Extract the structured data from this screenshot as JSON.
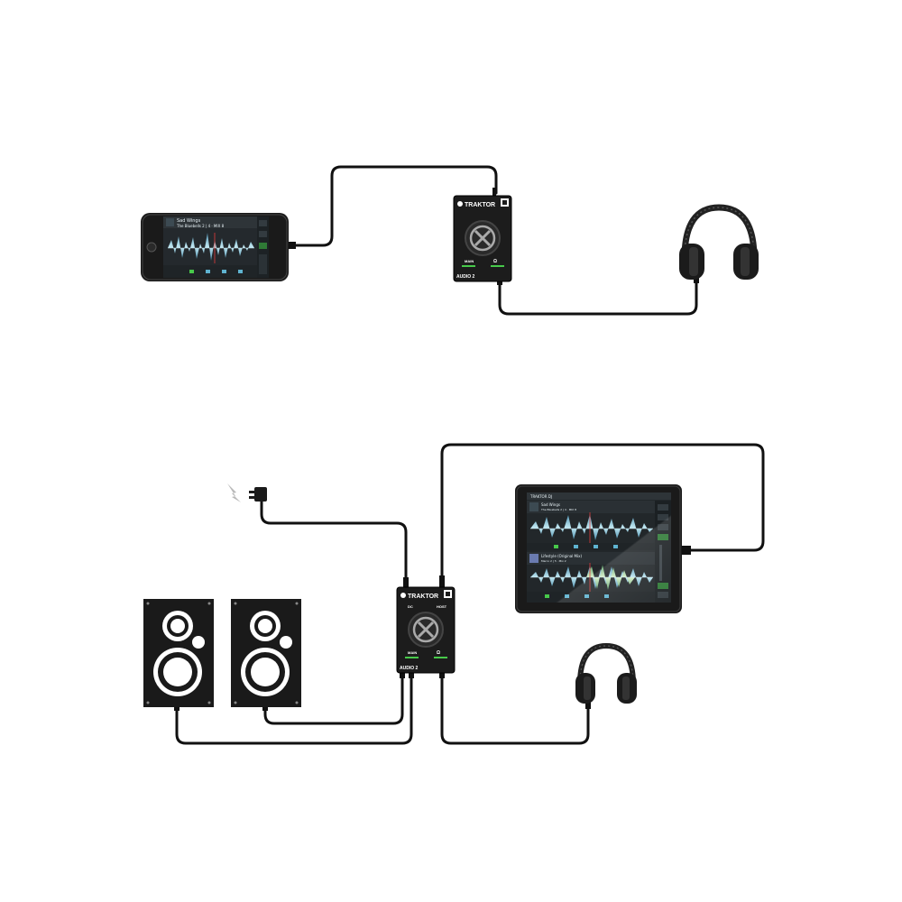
{
  "colors": {
    "cable": "#111111",
    "device": "#1c1c1c",
    "waveform_blue": "#7fc4d8",
    "waveform_green": "#9bd38a",
    "accent_green": "#47c94a",
    "background": "#ffffff"
  },
  "setup_1": {
    "phone": {
      "track_title": "Sad Wings",
      "track_artist": "The Bluebells 2 | 4 · MIX 8"
    },
    "interface": {
      "brand": "TRAKTOR",
      "model": "AUDIO 2",
      "port_left": "",
      "port_right": "",
      "label_main": "MAIN",
      "headphone_icon": "headphone-icon"
    },
    "headphones": {
      "icon": "headphones-icon"
    }
  },
  "setup_2": {
    "power_icon": "lightning-icon",
    "interface": {
      "brand": "TRAKTOR",
      "model": "AUDIO 2",
      "port_left": "DC",
      "port_right": "HOST",
      "label_main": "MAIN",
      "headphone_icon": "headphone-icon"
    },
    "tablet": {
      "app_title": "TRAKTOR DJ",
      "deck_a_title": "Sad Wings",
      "deck_a_artist": "The Bluebells 2 | 4 · MIX 8",
      "deck_b_title": "Lifestyle (Original Mix)",
      "deck_b_artist": "Marco 2 | 5 · Mix 2"
    },
    "speakers": [
      {
        "icon": "speaker-left-icon"
      },
      {
        "icon": "speaker-right-icon"
      }
    ],
    "headphones": {
      "icon": "headphones-icon"
    }
  }
}
